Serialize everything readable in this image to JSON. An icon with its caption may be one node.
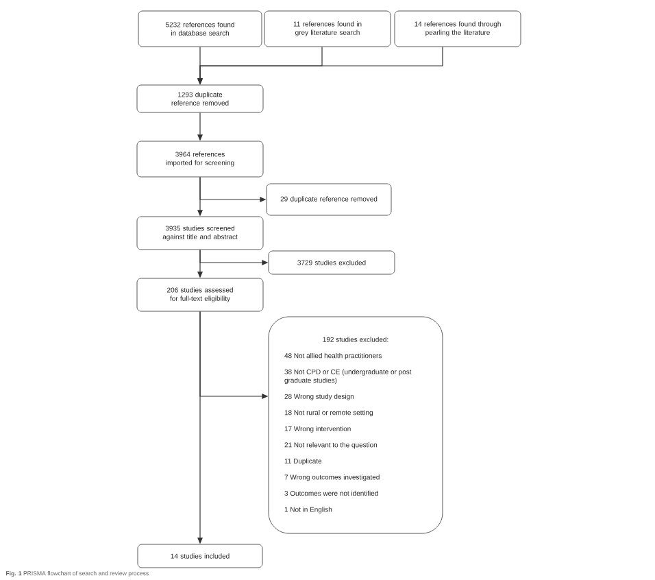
{
  "diagram": {
    "nodes": [
      {
        "text": [
          "5232 references found in database search"
        ]
      },
      {
        "text": [
          "11 references found in grey literature search"
        ]
      },
      {
        "text": [
          "14 references found through pearling the literature"
        ]
      },
      {
        "text": [
          "1293 duplicate reference removed"
        ]
      },
      {
        "text": [
          "3964 references imported for screening"
        ]
      },
      {
        "text": [
          "29 duplicate reference removed"
        ]
      },
      {
        "text": [
          "3935 studies screened against title and abstract"
        ]
      },
      {
        "text": [
          "3729 studies excluded"
        ]
      },
      {
        "text": [
          "206 studies assessed for full-text eligibility"
        ]
      },
      {
        "text": [
          "192 studies excluded:",
          "48 Not allied health practitioners",
          "38 Not CPD or CE (undergraduate or post graduate studies)",
          "28 Wrong study design",
          "18 Not rural or remote setting",
          "17 Wrong intervention",
          "21 Not relevant to the question",
          "11 Duplicate",
          "7 Wrong outcomes investigated",
          "3 Outcomes were not identified",
          "1 Not in English"
        ]
      },
      {
        "text": [
          "14 studies included"
        ]
      }
    ],
    "edges": [
      {
        "from": 0,
        "to": 3,
        "arrow": "to"
      },
      {
        "from": 1,
        "to": 3,
        "arrow": "to"
      },
      {
        "from": 2,
        "to": 3,
        "arrow": "to"
      },
      {
        "from": 3,
        "to": 4,
        "arrow": "to"
      },
      {
        "from": 4,
        "to": 5,
        "arrow": "to"
      },
      {
        "from": 4,
        "to": 6,
        "arrow": "to"
      },
      {
        "from": 6,
        "to": 7,
        "arrow": "to"
      },
      {
        "from": 6,
        "to": 8,
        "arrow": "to"
      },
      {
        "from": 8,
        "to": 9,
        "arrow": "to"
      },
      {
        "from": 8,
        "to": 10,
        "arrow": "to"
      }
    ],
    "caption": "**Fig. 1** PRISMA flowchart of search and review process"
  }
}
